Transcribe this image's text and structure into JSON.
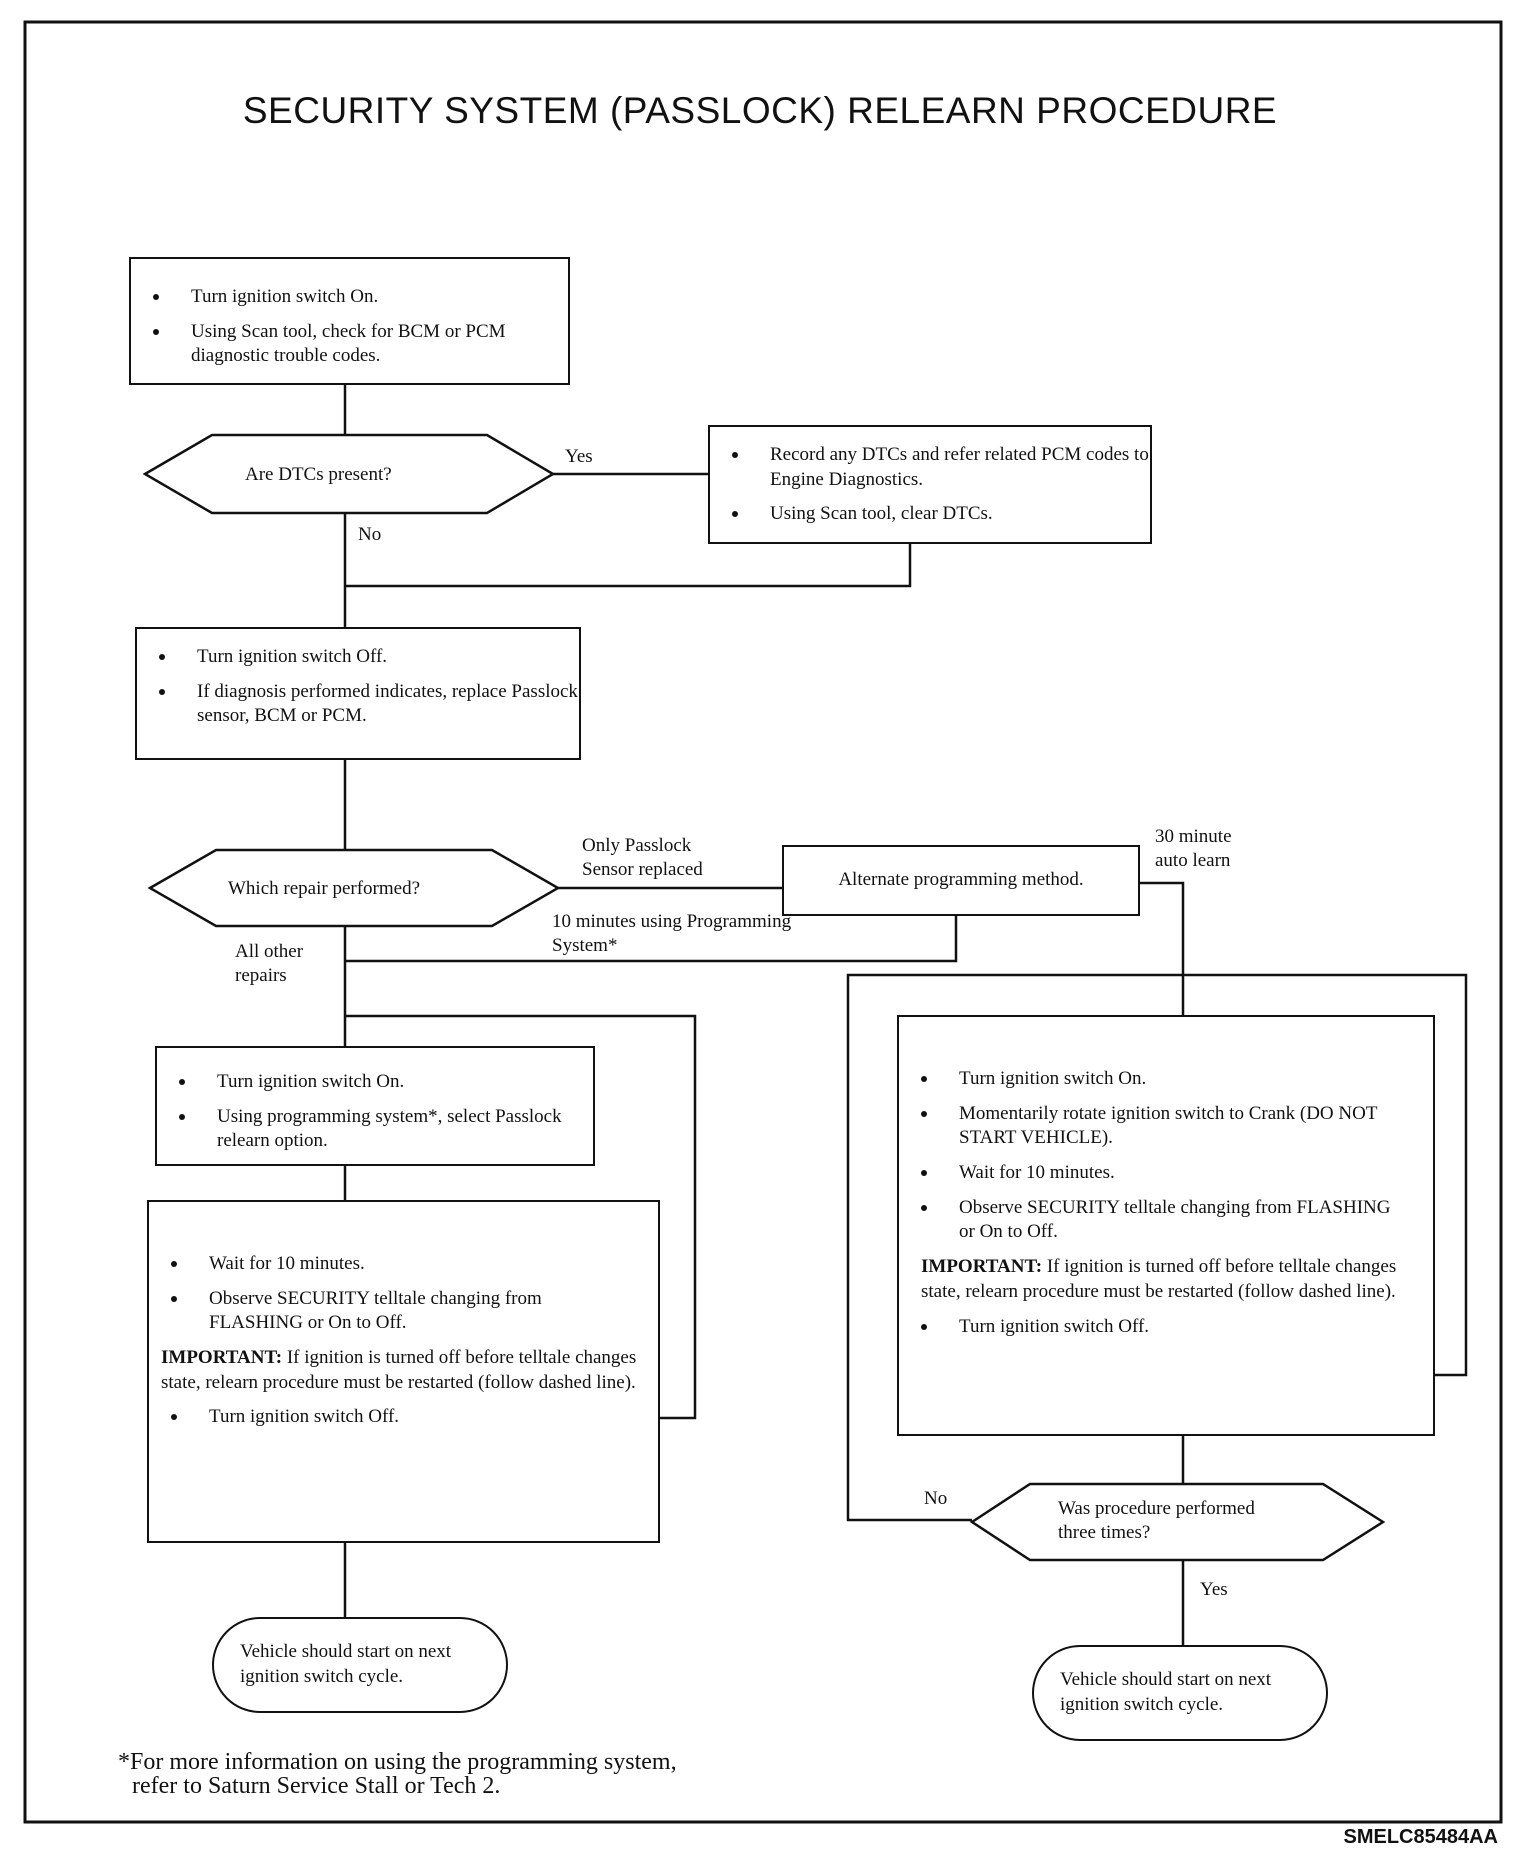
{
  "title": "SECURITY SYSTEM (PASSLOCK) RELEARN PROCEDURE",
  "figure_code": "SMELC85484AA",
  "footnote": {
    "line1": "*For more information on using the programming system,",
    "line2": "refer to Saturn Service Stall or Tech 2."
  },
  "step1": {
    "bullets": [
      "Turn ignition switch On.",
      "Using Scan tool, check for BCM or PCM diagnostic trouble codes."
    ]
  },
  "decision_dtc": {
    "label": "Are DTCs present?",
    "yes": "Yes",
    "no": "No"
  },
  "record_box": {
    "bullets": [
      "Record any DTCs and refer related PCM codes to Engine Diagnostics.",
      "Using Scan tool, clear DTCs."
    ]
  },
  "step2": {
    "bullets": [
      "Turn ignition switch Off.",
      "If diagnosis performed indicates, replace Passlock sensor, BCM or PCM."
    ]
  },
  "decision_repair": {
    "label": "Which repair performed?",
    "only_passlock": "Only Passlock Sensor replaced",
    "all_other": "All other repairs"
  },
  "alt_method": {
    "label": "Alternate programming method.",
    "ten_minutes": "10 minutes using Programming System*",
    "thirty_minute": "30 minute auto learn"
  },
  "left_box1": {
    "bullets": [
      "Turn ignition switch On.",
      "Using programming system*, select Passlock relearn option."
    ]
  },
  "left_box2": {
    "bullets_a": [
      "Wait for 10 minutes.",
      "Observe SECURITY telltale changing from FLASHING or On to Off."
    ],
    "important_label": "IMPORTANT:",
    "important_text": " If ignition is turned off before telltale changes state, relearn procedure must be restarted (follow dashed line).",
    "bullets_b": [
      "Turn ignition switch Off."
    ]
  },
  "right_box": {
    "bullets_a": [
      "Turn ignition switch On.",
      "Momentarily rotate ignition switch to Crank (DO NOT START VEHICLE).",
      "Wait for 10 minutes.",
      "Observe SECURITY telltale changing from FLASHING or On to Off."
    ],
    "important_label": "IMPORTANT:",
    "important_text": " If ignition is turned off before telltale changes state, relearn procedure must be restarted (follow dashed line).",
    "bullets_b": [
      "Turn ignition switch Off."
    ]
  },
  "decision_three": {
    "label": "Was procedure performed three times?",
    "no": "No",
    "yes": "Yes"
  },
  "end_left": "Vehicle should start on next ignition switch cycle.",
  "end_right": "Vehicle should start on next ignition switch cycle."
}
